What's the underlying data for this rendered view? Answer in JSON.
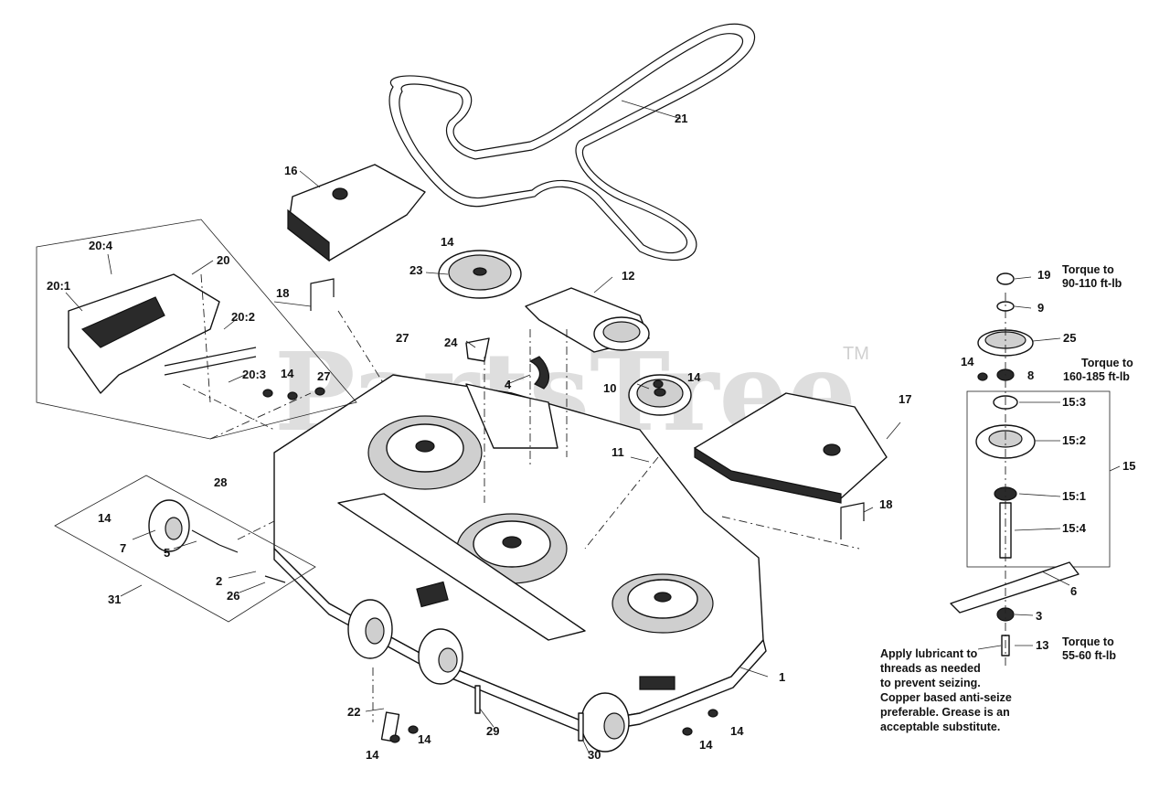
{
  "watermark": {
    "text": "PartsTree",
    "trademark": "TM"
  },
  "callouts": {
    "c1": "1",
    "c2": "2",
    "c3": "3",
    "c4": "4",
    "c5": "5",
    "c6": "6",
    "c7": "7",
    "c8": "8",
    "c9": "9",
    "c10": "10",
    "c11": "11",
    "c12": "12",
    "c13": "13",
    "c14": "14",
    "c15": "15",
    "c15_1": "15:1",
    "c15_2": "15:2",
    "c15_3": "15:3",
    "c15_4": "15:4",
    "c16": "16",
    "c17": "17",
    "c18": "18",
    "c19": "19",
    "c20": "20",
    "c20_1": "20:1",
    "c20_2": "20:2",
    "c20_3": "20:3",
    "c20_4": "20:4",
    "c21": "21",
    "c22": "22",
    "c23": "23",
    "c24": "24",
    "c25": "25",
    "c26": "26",
    "c27": "27",
    "c28": "28",
    "c29": "29",
    "c30": "30",
    "c31": "31"
  },
  "notes": {
    "torque_19": [
      "Torque to",
      "90-110 ft-lb"
    ],
    "torque_15": [
      "Torque to",
      "160-185 ft-lb"
    ],
    "torque_13": [
      "Torque to",
      "55-60 ft-lb"
    ],
    "lubricant": [
      "Apply lubricant to",
      "threads as needed",
      "to prevent seizing.",
      "Copper based anti-seize",
      "preferable. Grease is an",
      "acceptable substitute."
    ]
  },
  "colors": {
    "ink": "#111111",
    "watermark": "#d9d9d9",
    "background": "#ffffff"
  }
}
